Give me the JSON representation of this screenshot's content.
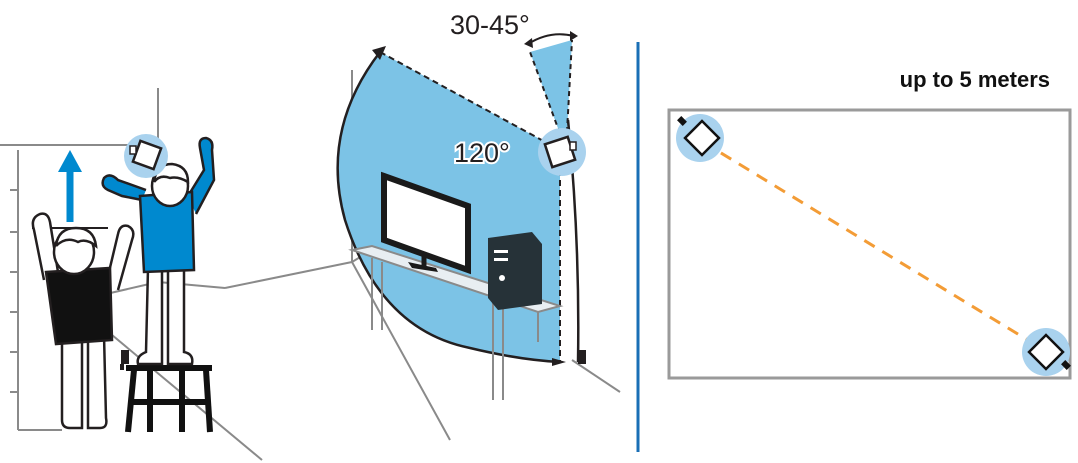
{
  "labels": {
    "tilt_angle": "30-45°",
    "fov_angle": "120°",
    "distance": "up to 5 meters"
  },
  "colors": {
    "accent_blue": "#0089cf",
    "field_of_view_fill": "#7cc3e6",
    "station_halo": "#a9d2ee",
    "distance_line": "#f39c36",
    "outline": "#231f20",
    "room_lines": "#8a8a8a",
    "divider": "#1a6fb6",
    "play_area_border": "#9a9a9a"
  },
  "icons": {
    "lift_arrow": "up-arrow-icon",
    "base_station": "base-station-icon",
    "power_outlet": "power-outlet-icon"
  }
}
